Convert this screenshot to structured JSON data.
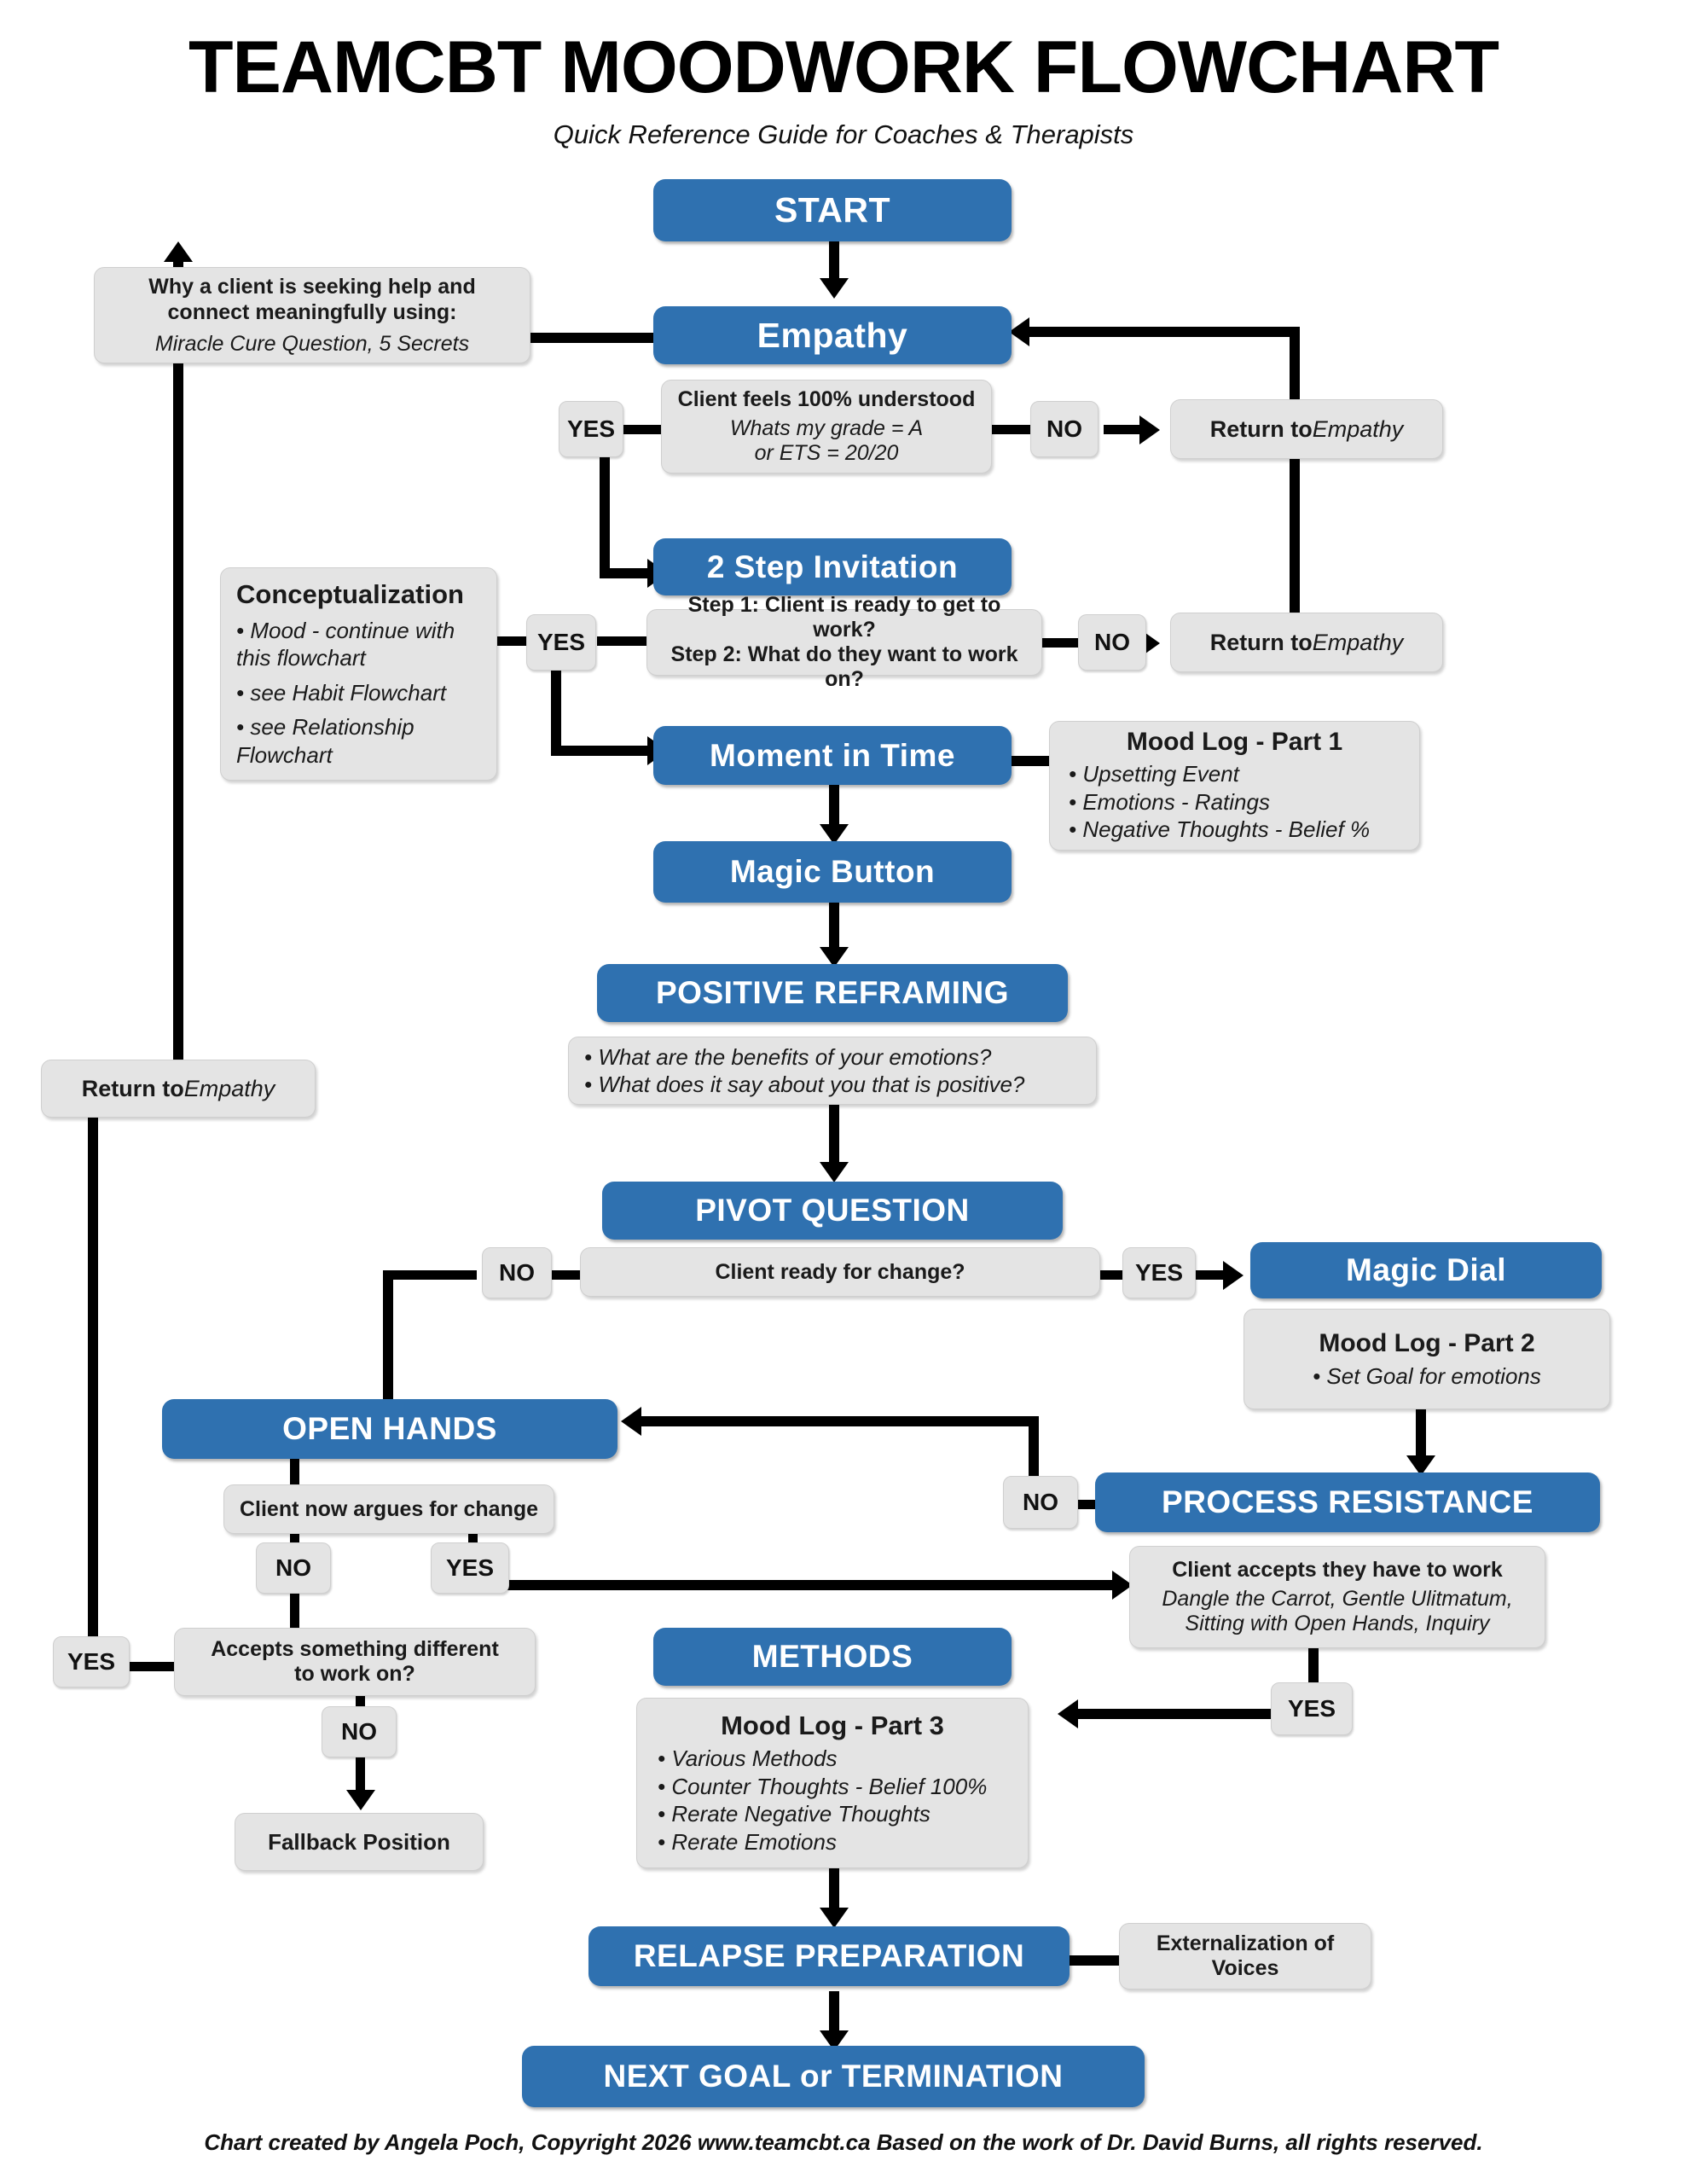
{
  "header": {
    "title": "TEAMCBT MOODWORK FLOWCHART",
    "subtitle": "Quick Reference Guide for Coaches & Therapists"
  },
  "footer": {
    "credit": "Chart created by Angela Poch, Copyright 2026 www.teamcbt.ca Based on the work of Dr. David Burns, all rights reserved."
  },
  "colors": {
    "node_blue": "#2f71b0",
    "node_grey": "#e4e4e4",
    "connector": "#000000",
    "text_on_blue": "#ffffff"
  },
  "nodes": {
    "start": "START",
    "empathy": "Empathy",
    "why_seeking_title": "Why a client is seeking help and connect meaningfully using:",
    "why_seeking_sub": "Miracle Cure Question, 5 Secrets",
    "empathy_check_title": "Client feels 100% understood",
    "empathy_check_l1": "Whats my grade = A",
    "empathy_check_l2": "or ETS = 20/20",
    "return_to_empathy_1_a": "Return to ",
    "return_to_empathy_1_b": "Empathy",
    "two_step": "2 Step Invitation",
    "two_step_l1": "Step 1: Client is ready to get to work?",
    "two_step_l2": "Step 2: What do they want to work on?",
    "return_to_empathy_2_a": "Return to ",
    "return_to_empathy_2_b": "Empathy",
    "conceptualization_title": "Conceptualization",
    "conceptualization_b1": "• Mood - continue with",
    "conceptualization_b1b": "  this flowchart",
    "conceptualization_b2": "• see Habit Flowchart",
    "conceptualization_b3": "• see Relationship",
    "conceptualization_b3b": "  Flowchart",
    "moment_in_time": "Moment in Time",
    "mood_log_1_title": "Mood Log - Part 1",
    "mood_log_1_b1": "• Upsetting Event",
    "mood_log_1_b2": "• Emotions - Ratings",
    "mood_log_1_b3": "• Negative Thoughts - Belief %",
    "magic_button": "Magic Button",
    "positive_reframing": "POSITIVE REFRAMING",
    "positive_reframing_b1": "• What are the benefits of your emotions?",
    "positive_reframing_b2": "• What does it say about you that is positive?",
    "pivot_question": "PIVOT QUESTION",
    "pivot_check": "Client ready for change?",
    "magic_dial": "Magic Dial",
    "mood_log_2_title": "Mood Log - Part 2",
    "mood_log_2_b1": "• Set Goal for emotions",
    "open_hands": "OPEN HANDS",
    "open_hands_check": "Client now argues for change",
    "process_resistance": "PROCESS RESISTANCE",
    "process_resistance_title": "Client accepts they have to work",
    "process_resistance_l1": "Dangle the Carrot, Gentle Ulitmatum,",
    "process_resistance_l2": "Sitting with Open Hands, Inquiry",
    "accepts_different_l1": "Accepts something different",
    "accepts_different_l2": "to work on?",
    "fallback_position": "Fallback Position",
    "return_to_empathy_3_a": "Return to ",
    "return_to_empathy_3_b": "Empathy",
    "methods": "METHODS",
    "mood_log_3_title": "Mood Log - Part 3",
    "mood_log_3_b1": "• Various Methods",
    "mood_log_3_b2": "• Counter Thoughts - Belief 100%",
    "mood_log_3_b3": "• Rerate Negative Thoughts",
    "mood_log_3_b4": "• Rerate Emotions",
    "relapse_preparation": "RELAPSE PREPARATION",
    "externalization_l1": "Externalization of",
    "externalization_l2": "Voices",
    "next_goal": "NEXT GOAL or TERMINATION"
  },
  "decisions": {
    "yes_empathy": "YES",
    "no_empathy": "NO",
    "yes_two_step": "YES",
    "no_two_step": "NO",
    "no_pivot": "NO",
    "yes_pivot": "YES",
    "no_open_hands": "NO",
    "yes_open_hands": "YES",
    "no_process_resistance": "NO",
    "yes_process_resistance": "YES",
    "yes_accepts": "YES",
    "no_accepts": "NO"
  }
}
